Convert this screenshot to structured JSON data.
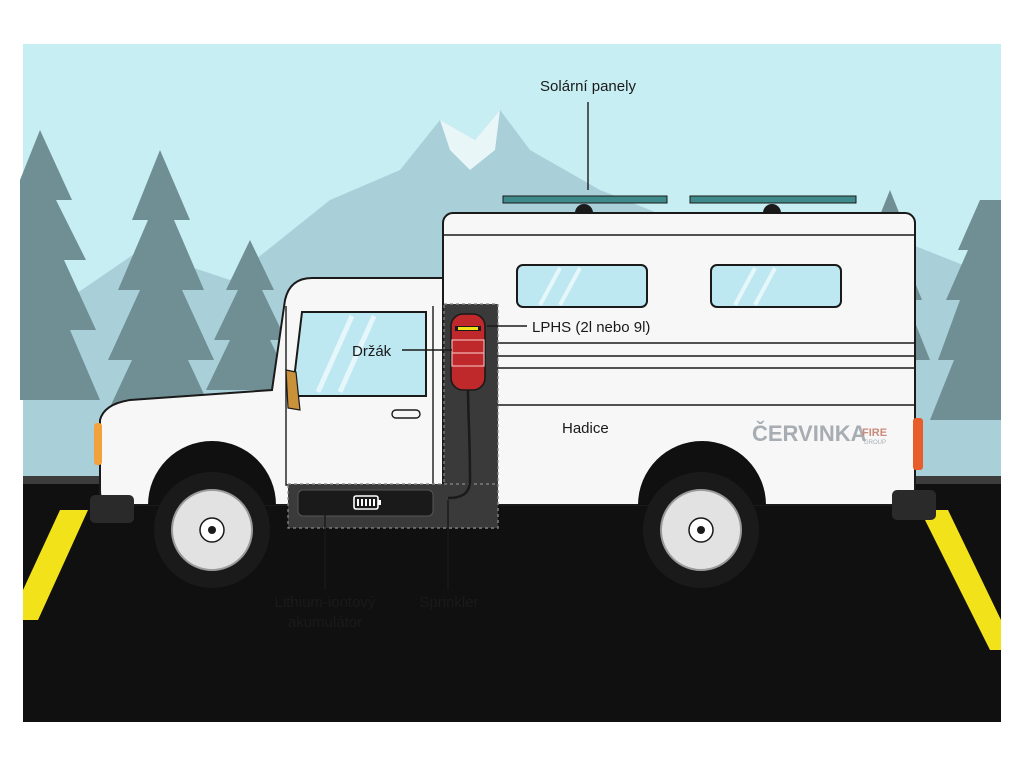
{
  "labels": {
    "solar_panels": "Solární panely",
    "lphs": "LPHS (2l nebo 9l)",
    "holder": "Držák",
    "hose": "Hadice",
    "battery_line1": "Lithium-iontový",
    "battery_line2": "akumulátor",
    "sprinkler": "Sprinkler"
  },
  "logo": {
    "main": "ČERVINKA",
    "fire": "FIRE",
    "group": "GROUP"
  },
  "colors": {
    "sky": "#c6eef3",
    "mountain": "#a9cfd9",
    "trees": "#6f8f95",
    "road": "#101010",
    "road_line": "#f2e21a",
    "truck_body": "#f7f7f7",
    "window": "#bde7f1",
    "solar_panel": "#3f8a8a",
    "extinguisher": "#c0292b",
    "tail_light": "#e85d2a",
    "cab_light": "#f2a23c",
    "brand_text": "#a7adb2"
  }
}
